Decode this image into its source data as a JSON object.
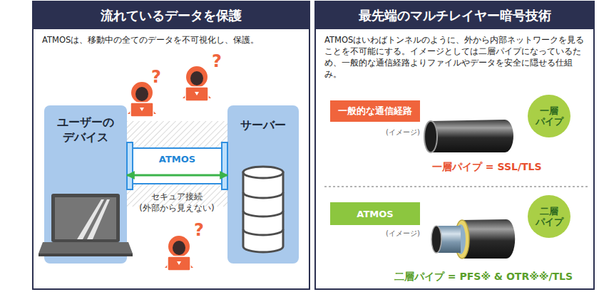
{
  "diagram": {
    "nodes": [
      {
        "text": [
          "流れているデータを保護",
          "ATMOSは、移動中の全てのデータを不可視化し、保護。"
        ]
      },
      {
        "text": [
          "ユーザーの デバイス"
        ],
        "in": 0
      },
      {
        "text": [
          "サーバー"
        ],
        "in": 0
      },
      {
        "text": [
          "最先端のマルチレイヤー暗号技術",
          "ATMOSはいわばトンネルのように、外から内部ネットワークを見ることを不可能にする。イメージとしては二層パイプになっているため、一般的な通信経路よりファイルやデータを安全に隠せる仕組み。"
        ]
      },
      {
        "text": [
          "一般的な通信経路"
        ],
        "in": 3
      },
      {
        "text": [
          "一層 パイプ"
        ],
        "in": 3
      },
      {
        "text": [
          "ATMOS"
        ],
        "in": 3
      },
      {
        "text": [
          "二層 パイプ"
        ],
        "in": 3
      }
    ],
    "edges": [
      {
        "from": 1,
        "to": 2,
        "arrow": "both",
        "label": "ATMOS"
      }
    ],
    "labels": [
      "?",
      "?",
      "セキュア接続 (外部から見えない)",
      "?",
      "(イメージ)",
      "一層パイプ = SSL/TLS",
      "(イメージ)",
      "二層パイプ = PFS※ & OTR※※/TLS"
    ]
  }
}
